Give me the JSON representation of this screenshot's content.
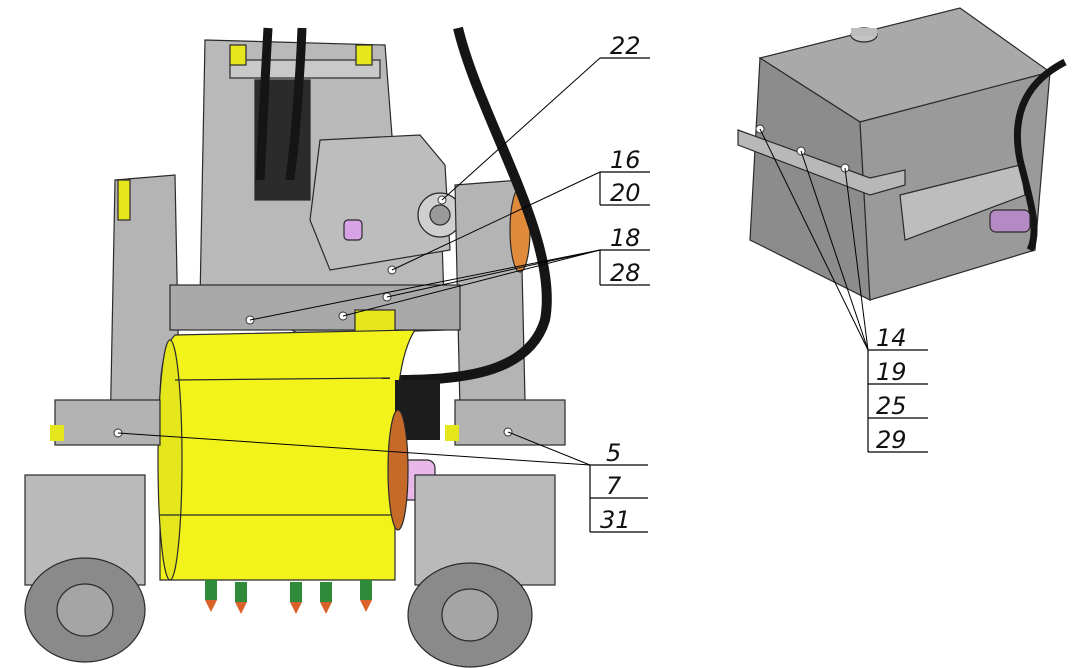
{
  "machine": {
    "callouts": [
      {
        "id": "c22",
        "label": "22"
      },
      {
        "id": "c16",
        "label": "16"
      },
      {
        "id": "c20",
        "label": "20"
      },
      {
        "id": "c18",
        "label": "18"
      },
      {
        "id": "c28",
        "label": "28"
      },
      {
        "id": "c5",
        "label": "5"
      },
      {
        "id": "c7",
        "label": "7"
      },
      {
        "id": "c31",
        "label": "31"
      }
    ]
  },
  "tank": {
    "callouts": [
      {
        "id": "c14",
        "label": "14"
      },
      {
        "id": "c19",
        "label": "19"
      },
      {
        "id": "c25",
        "label": "25"
      },
      {
        "id": "c29",
        "label": "29"
      }
    ]
  },
  "colors": {
    "body_grey": "#b8b8b8",
    "dark_grey": "#7d7d7d",
    "drum_yellow": "#f3f31c",
    "hose_black": "#151515",
    "accent_pink": "#e8b8e8",
    "accent_orange": "#e08a3c",
    "tooth_green": "#2f8a3a",
    "tank_grey": "#8e8e8e"
  }
}
